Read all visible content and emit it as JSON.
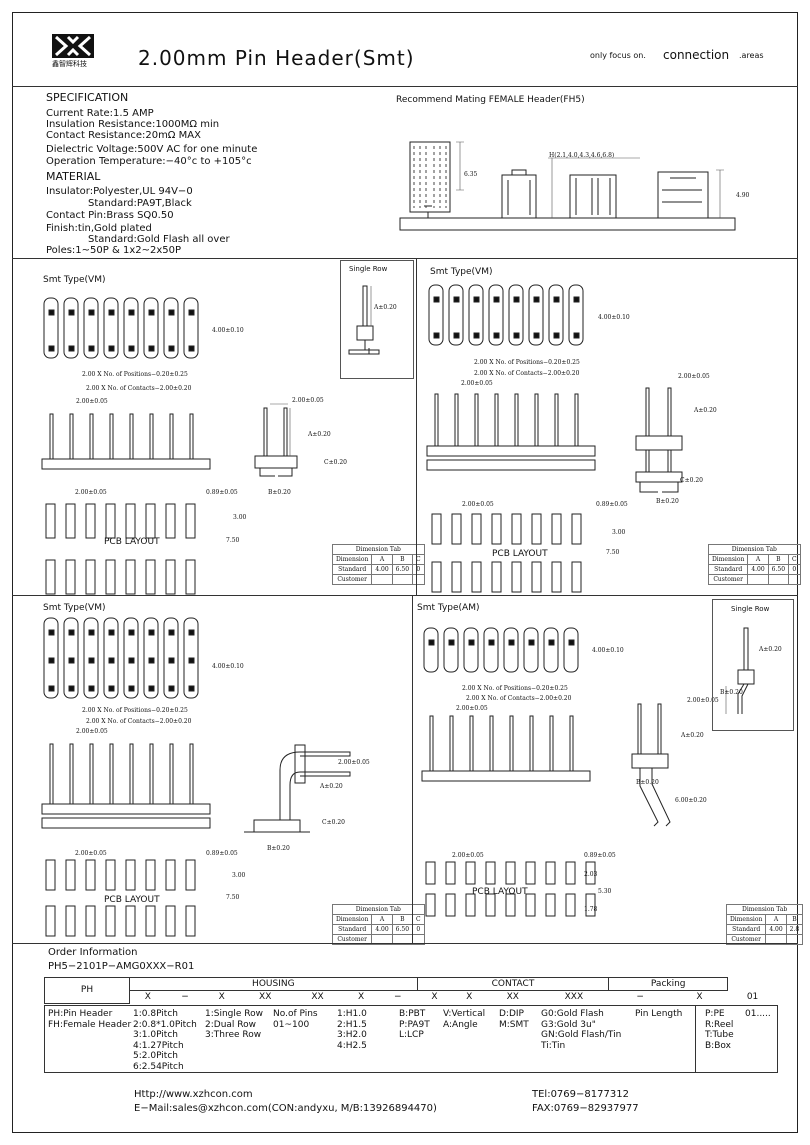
{
  "header": {
    "logo_text": "鑫智辉科技",
    "title": "2.00mm Pin Header(Smt)",
    "tagline_prefix": "only focus on.",
    "tagline_main": "connection",
    "tagline_suffix": ".areas"
  },
  "spec": {
    "heading": "SPECIFICATION",
    "lines": [
      "Current Rate:1.5 AMP",
      "Insulation Resistance:1000MΩ  min",
      "Contact Resistance:20mΩ  MAX",
      "Dielectric Voltage:500V AC for one minute",
      "Operation Temperature:−40°c to +105°c"
    ],
    "material_heading": "MATERIAL",
    "material_lines": [
      "Insulator:Polyester,UL 94V−0",
      "Standard:PA9T,Black",
      "Contact Pin:Brass SQ0.50",
      "Finish:tin,Gold plated",
      "Standard:Gold Flash all over",
      "Poles:1~50P & 1x2~2x50P"
    ]
  },
  "mating": {
    "title": "Recommend Mating FEMALE Header(FH5)",
    "dim_heights": "H(2.1,4.0,4.3,4.6,6.8)",
    "dim_635": "6.35",
    "dim_490": "4.90"
  },
  "sections": {
    "smt_vm_1": "Smt Type(VM)",
    "single_row_1": "Single Row",
    "smt_vm_2": "Smt Type(VM)",
    "smt_vm_3": "Smt Type(VM)",
    "smt_am": "Smt Type(AM)",
    "single_row_2": "Single Row",
    "pcb_layout": "PCB LAYOUT"
  },
  "dims": {
    "d400": "4.00±0.10",
    "positions": "2.00 X No. of Positions−0.20±0.25",
    "contacts": "2.00 X No. of Contacts−2.00±0.20",
    "pitch": "2.00±0.05",
    "pad": "0.89±0.05",
    "d300": "3.00",
    "d750": "7.50",
    "a": "A±0.20",
    "b": "B±0.20",
    "c": "C±0.20",
    "d600": "6.00±0.20",
    "d203": "2.03",
    "d530": "5.30",
    "d178": "1.78",
    "h": "H"
  },
  "dimension_tables": [
    {
      "title": "Dimension Tab",
      "head": [
        "Dimension",
        "A",
        "B",
        "C"
      ],
      "standard": [
        "Standard",
        "4.00",
        "6.50",
        "0"
      ],
      "customer": [
        "Customer",
        "",
        "",
        ""
      ]
    },
    {
      "title": "Dimension Tab",
      "head": [
        "Dimension",
        "A",
        "B",
        "C"
      ],
      "standard": [
        "Standard",
        "4.00",
        "6.50",
        "0"
      ],
      "customer": [
        "Customer",
        "",
        "",
        ""
      ]
    },
    {
      "title": "Dimension Tab",
      "head": [
        "Dimension",
        "A",
        "B",
        "C"
      ],
      "standard": [
        "Standard",
        "4.00",
        "6.50",
        "0"
      ],
      "customer": [
        "Customer",
        "",
        "",
        ""
      ]
    },
    {
      "title": "Dimension Tab",
      "head": [
        "Dimension",
        "A",
        "B"
      ],
      "standard": [
        "Standard",
        "4.00",
        "2.8"
      ],
      "customer": [
        "Customer",
        "",
        ""
      ]
    }
  ],
  "order": {
    "heading": "Order Information",
    "code": "PH5−2101P−AMG0XXX−R01",
    "col_ph": "PH",
    "housing": "HOUSING",
    "contact": "CONTACT",
    "packing": "Packing",
    "codes": [
      "X",
      "−",
      "X",
      "XX",
      "XX",
      "X",
      "−",
      "X",
      "X",
      "XX",
      "XXX",
      "−",
      "X",
      "01"
    ],
    "c1": [
      "PH:Pin Header",
      "FH:Female Header"
    ],
    "c2": [
      "1:0.8Pitch",
      "2:0.8*1.0Pitch",
      "3:1.0Pitch",
      "4:1.27Pitch",
      "5:2.0Pitch",
      "6:2.54Pitch"
    ],
    "c3": [
      "1:Single Row",
      "2:Dual Row",
      "3:Three Row"
    ],
    "c4": [
      "No.of Pins",
      "01~100"
    ],
    "c5": [
      "1:H1.0",
      "2:H1.5",
      "3:H2.0",
      "4:H2.5"
    ],
    "c6": [
      "B:PBT",
      "P:PA9T",
      "L:LCP"
    ],
    "c7": [
      "V:Vertical",
      "A:Angle"
    ],
    "c8": [
      "D:DIP",
      "M:SMT"
    ],
    "c9": [
      "G0:Gold Flash",
      "G3:Gold 3u\"",
      "GN:Gold Flash/Tin",
      "Ti:Tin"
    ],
    "c10": [
      "Pin Length"
    ],
    "c11": [
      "P:PE",
      "R:Reel",
      "T:Tube",
      "B:Box"
    ],
    "c12": [
      "01....."
    ]
  },
  "footer": {
    "http": "Http://www.xzhcon.com",
    "email": "E−Mail:sales@xzhcon.com(CON:andyxu, M/B:13926894470)",
    "tel": "TEl:0769−8177312",
    "fax": "FAX:0769−82937977"
  }
}
